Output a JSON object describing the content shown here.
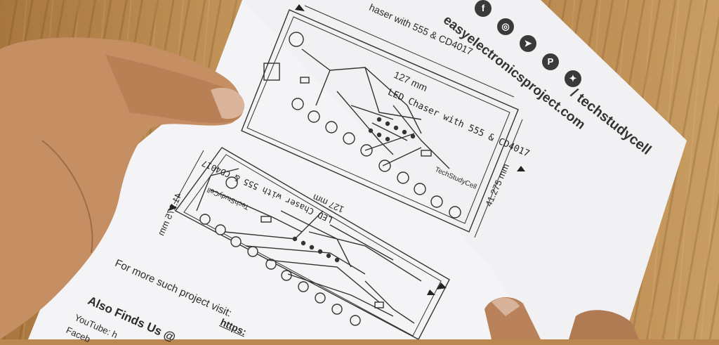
{
  "paper": {
    "site": "easyelectronicsproject.com",
    "handle": "/ techstudycell",
    "title_partial": "haser with 555 & CD4017",
    "width_label_top": "127 mm",
    "height_label_right": "41.275 mm",
    "pcb_title_top": "LED Chaser with 555 & CD4017",
    "brand_top": "TechStudyCell",
    "width_label_bottom": "127 mm",
    "height_label_left": "41.275 mm",
    "pcb_title_bottom": "LED Chaser with 555 & CD4017",
    "brand_bottom": "TechStudyCell",
    "more_text": "For more such project visit:",
    "more_link": "https:",
    "also_heading": "Also Finds Us @",
    "youtube_label": "YouTube: h",
    "facebook_label": "Faceb"
  },
  "social_icons": [
    "facebook-icon",
    "instagram-icon",
    "telegram-icon",
    "pinterest-icon",
    "twitter-icon"
  ],
  "colors": {
    "wood": "#b9874f",
    "paper": "#f4f4f6",
    "skin": "#c58e63",
    "ink": "#2b2b2b"
  }
}
